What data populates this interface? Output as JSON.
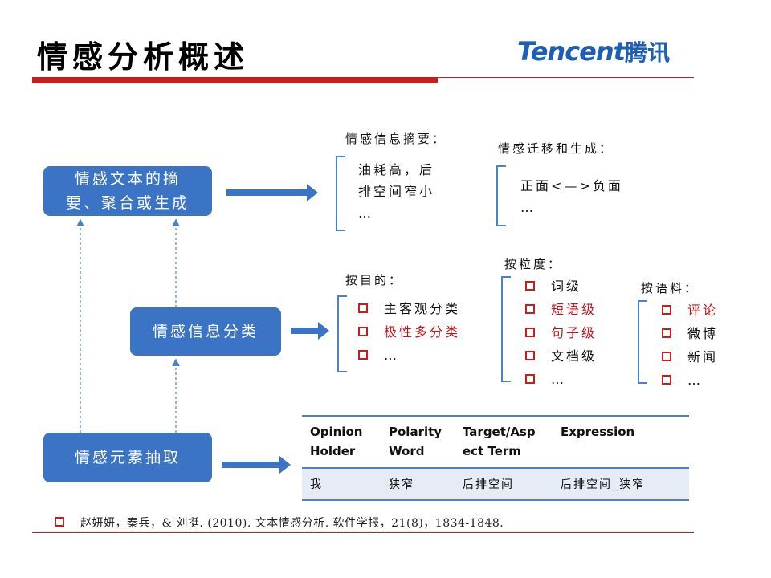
{
  "header": {
    "title": "情感分析概述",
    "logo_text": "Tencent",
    "logo_cn": "腾讯"
  },
  "nodes": {
    "summary": {
      "line1": "情感文本的摘",
      "line2": "要、聚合或生成"
    },
    "classify": "情感信息分类",
    "extract": "情感元素抽取"
  },
  "summary_section": {
    "label": "情感信息摘要：",
    "lines": [
      "油耗高，后",
      "排空间窄小",
      "…"
    ]
  },
  "transfer_section": {
    "label": "情感迁移和生成：",
    "lines": [
      "正面<—>负面",
      "…"
    ]
  },
  "purpose_section": {
    "label": "按目的：",
    "items": [
      {
        "text": "主客观分类",
        "highlight": false
      },
      {
        "text": "极性多分类",
        "highlight": true
      },
      {
        "text": "…",
        "highlight": false
      }
    ]
  },
  "granularity_section": {
    "label": "按粒度：",
    "items": [
      {
        "text": "词级",
        "highlight": false
      },
      {
        "text": "短语级",
        "highlight": true
      },
      {
        "text": "句子级",
        "highlight": true
      },
      {
        "text": "文档级",
        "highlight": false
      },
      {
        "text": "…",
        "highlight": false
      }
    ]
  },
  "corpus_section": {
    "label": "按语料：",
    "items": [
      {
        "text": "评论",
        "highlight": true
      },
      {
        "text": "微博",
        "highlight": false
      },
      {
        "text": "新闻",
        "highlight": false
      },
      {
        "text": "…",
        "highlight": false
      }
    ]
  },
  "table": {
    "headers": [
      {
        "line1": "Opinion",
        "line2": "Holder"
      },
      {
        "line1": "Polarity",
        "line2": "Word"
      },
      {
        "line1": "Target/Asp",
        "line2": "ect Term"
      },
      {
        "line1": "Expression",
        "line2": ""
      }
    ],
    "row": [
      "我",
      "狭窄",
      "后排空间",
      "后排空间_狭窄"
    ]
  },
  "reference": "赵妍妍，秦兵，& 刘挺. (2010). 文本情感分析. 软件学报，21(8)，1834-1848.",
  "colors": {
    "accent_red": "#c21f1f",
    "node_blue": "#3b74c4",
    "highlight_red": "#c0161b",
    "logo_blue": "#1d5fb5"
  }
}
